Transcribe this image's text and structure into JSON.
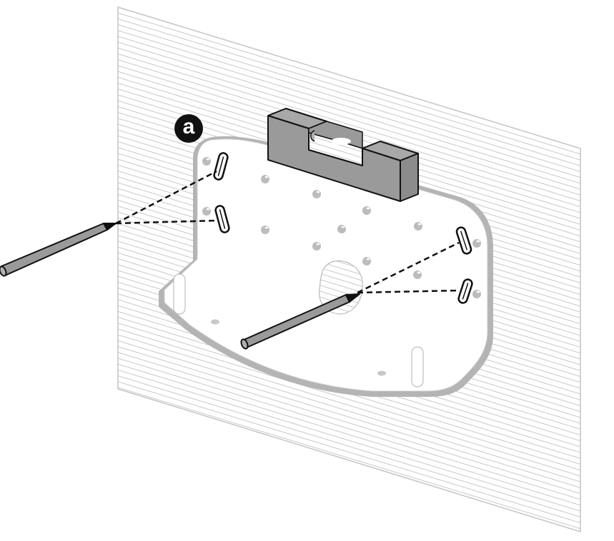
{
  "figure": {
    "type": "installation-illustration",
    "step_label": "a",
    "description": "Mounting plate held against wall with spirit level on top; pencils mark the four slot positions through the plate"
  },
  "colors": {
    "background": "#ffffff",
    "wall_hatch": "#c8c8c8",
    "plate_fill": "#ffffff",
    "plate_edge": "#b4b4b4",
    "level_fill": "#9a9a9a",
    "outline": "#111111",
    "badge_fill": "#111111",
    "badge_text": "#ffffff"
  },
  "elements": {
    "wall": "wall-panel",
    "plate": "mounting-plate",
    "level": "spirit-level",
    "pencils": [
      "pencil-left",
      "pencil-center"
    ],
    "slots": 4,
    "screw_holes": 14
  }
}
